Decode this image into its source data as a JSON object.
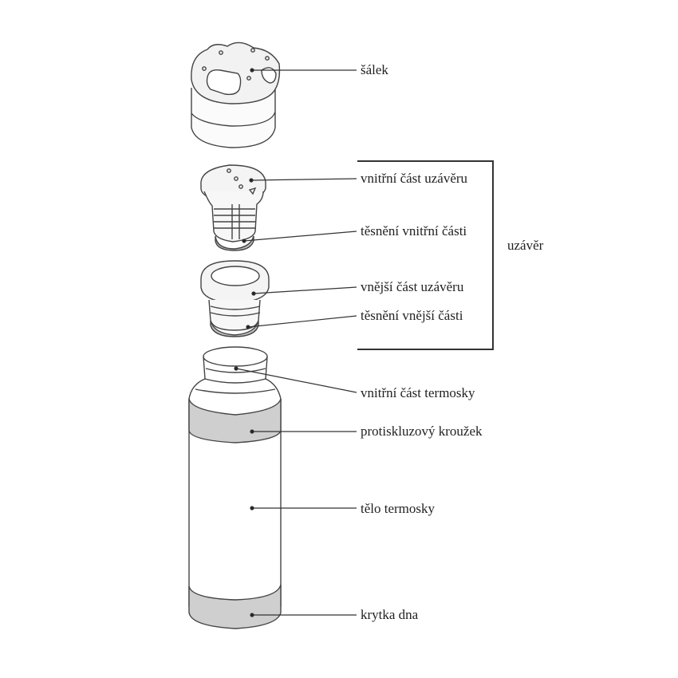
{
  "diagram": {
    "type": "exploded-view",
    "subject": "termoska",
    "labels": [
      {
        "id": "salek",
        "text": "šálek"
      },
      {
        "id": "vnitrni-cast-uzaveru",
        "text": "vnitřní část uzávěru"
      },
      {
        "id": "tesneni-vnitrni-casti",
        "text": "těsnění vnitřní části"
      },
      {
        "id": "vnejsi-cast-uzaveru",
        "text": "vnější část uzávěru"
      },
      {
        "id": "tesneni-vnejsi-casti",
        "text": "těsnění vnější části"
      },
      {
        "id": "vnitrni-cast-termosky",
        "text": "vnitřní část termosky"
      },
      {
        "id": "protiskluzovy-krouzek",
        "text": "protiskluzový kroužek"
      },
      {
        "id": "telo-termosky",
        "text": "tělo termosky"
      },
      {
        "id": "krytka-dna",
        "text": "krytka dna"
      }
    ],
    "group_label": "uzávěr",
    "colors": {
      "outline": "#333333",
      "fill_light": "#f3f3f3",
      "fill_gray": "#cfcfcf",
      "text": "#222222"
    }
  }
}
